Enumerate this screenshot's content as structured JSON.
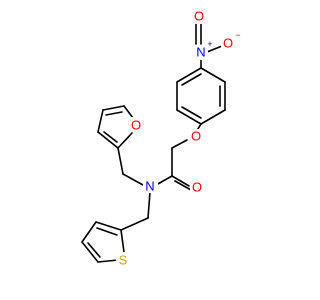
{
  "molecule": {
    "atoms": {
      "nitro_n": {
        "symbol": "N",
        "charge": "+",
        "color": "#0000ff"
      },
      "nitro_o_top": {
        "symbol": "O",
        "charge": "",
        "color": "#ff0000"
      },
      "nitro_o_right": {
        "symbol": "O",
        "charge": "−",
        "color": "#ff0000"
      },
      "ether_o": {
        "symbol": "O",
        "charge": "",
        "color": "#ff0000"
      },
      "furan_o": {
        "symbol": "O",
        "charge": "",
        "color": "#ff0000"
      },
      "amide_n": {
        "symbol": "N",
        "charge": "",
        "color": "#0000ff"
      },
      "carbonyl_o": {
        "symbol": "O",
        "charge": "",
        "color": "#ff0000"
      },
      "thiophene_s": {
        "symbol": "S",
        "charge": "",
        "color": "#c8a400"
      }
    }
  }
}
